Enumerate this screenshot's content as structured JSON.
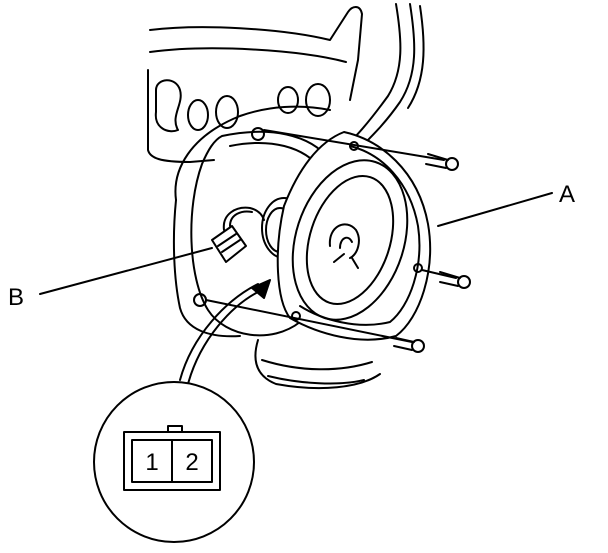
{
  "callouts": {
    "a": "A",
    "b": "B"
  },
  "connector": {
    "pins": [
      "1",
      "2"
    ]
  }
}
